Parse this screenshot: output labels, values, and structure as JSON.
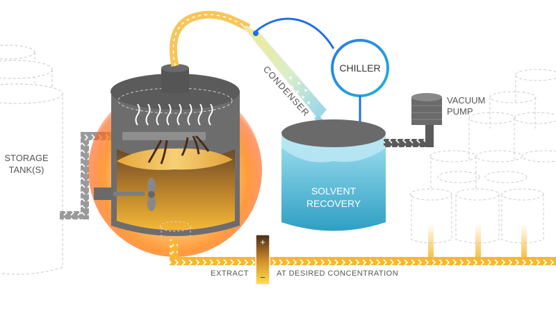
{
  "labels": {
    "storage": [
      "STORAGE",
      "TANK(S)"
    ],
    "condenser": "CONDENSER",
    "chiller": "CHILLER",
    "vacuum": [
      "VACUUM",
      "PUMP"
    ],
    "solvent": [
      "SOLVENT",
      "RECOVERY"
    ],
    "extract": "EXTRACT",
    "concentration": "AT DESIRED CONCENTRATION",
    "plus": "+",
    "minus": "−"
  },
  "colors": {
    "pipe_gray": "#9a9a9a",
    "pipe_yellow": "#f7b733",
    "tank_dark": "#5f5f5f",
    "tank_mid": "#7a7a7a",
    "heat_orange": "#ff7a1a",
    "extract_gold": "#f3b63c",
    "solvent_blue": "#4fb7d6",
    "chiller_blue": "#1f6fe0",
    "ghost_line": "#cfcfcf"
  },
  "icons": [
    "chevron-arrow-icon",
    "propeller-icon",
    "steam-icon",
    "concentration-gauge-icon"
  ]
}
